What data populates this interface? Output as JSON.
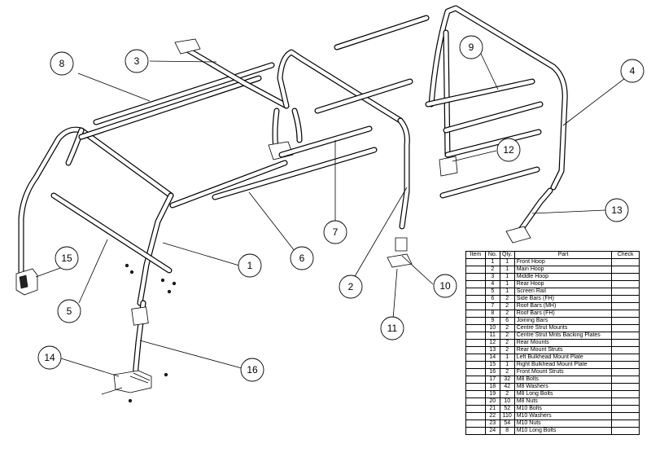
{
  "callouts": [
    "1",
    "2",
    "3",
    "4",
    "5",
    "6",
    "7",
    "8",
    "9",
    "10",
    "11",
    "12",
    "13",
    "14",
    "15",
    "16"
  ],
  "bom": {
    "headers": [
      "Item",
      "No.",
      "Qty.",
      "Part",
      "Check"
    ],
    "rows": [
      {
        "no": "1",
        "qty": "1",
        "part": "Front Hoop",
        "check": ""
      },
      {
        "no": "2",
        "qty": "1",
        "part": "Main Hoop",
        "check": ""
      },
      {
        "no": "3",
        "qty": "1",
        "part": "Middle Hoop",
        "check": ""
      },
      {
        "no": "4",
        "qty": "1",
        "part": "Rear Hoop",
        "check": ""
      },
      {
        "no": "5",
        "qty": "1",
        "part": "Screen Rail",
        "check": ""
      },
      {
        "no": "6",
        "qty": "2",
        "part": "Side Bars (FH)",
        "check": ""
      },
      {
        "no": "7",
        "qty": "2",
        "part": "Roof Bars (MH)",
        "check": ""
      },
      {
        "no": "8",
        "qty": "2",
        "part": "Roof Bars (FH)",
        "check": ""
      },
      {
        "no": "9",
        "qty": "6",
        "part": "Joining Bars",
        "check": ""
      },
      {
        "no": "10",
        "qty": "2",
        "part": "Centre Strut Mounts",
        "check": ""
      },
      {
        "no": "11",
        "qty": "2",
        "part": "Centre Strut Mnts Backing Plates",
        "check": ""
      },
      {
        "no": "12",
        "qty": "2",
        "part": "Rear Mounts",
        "check": ""
      },
      {
        "no": "13",
        "qty": "2",
        "part": "Rear Mount Struts",
        "check": ""
      },
      {
        "no": "14",
        "qty": "1",
        "part": "Left Bulkhead Mount Plate",
        "check": ""
      },
      {
        "no": "15",
        "qty": "1",
        "part": "Right Bulkhead Mount Plate",
        "check": ""
      },
      {
        "no": "16",
        "qty": "2",
        "part": "Front Mount Struts",
        "check": ""
      },
      {
        "no": "17",
        "qty": "32",
        "part": "M8 Bolts",
        "check": ""
      },
      {
        "no": "18",
        "qty": "42",
        "part": "M8 Washers",
        "check": ""
      },
      {
        "no": "19",
        "qty": "2",
        "part": "M8 Long Bolts",
        "check": ""
      },
      {
        "no": "20",
        "qty": "10",
        "part": "M8 Nuts",
        "check": ""
      },
      {
        "no": "21",
        "qty": "52",
        "part": "M10 Bolts",
        "check": ""
      },
      {
        "no": "22",
        "qty": "110",
        "part": "M10 Washers",
        "check": ""
      },
      {
        "no": "23",
        "qty": "54",
        "part": "M10 Nuts",
        "check": ""
      },
      {
        "no": "24",
        "qty": "8",
        "part": "M10 Long Bolts",
        "check": ""
      }
    ]
  }
}
